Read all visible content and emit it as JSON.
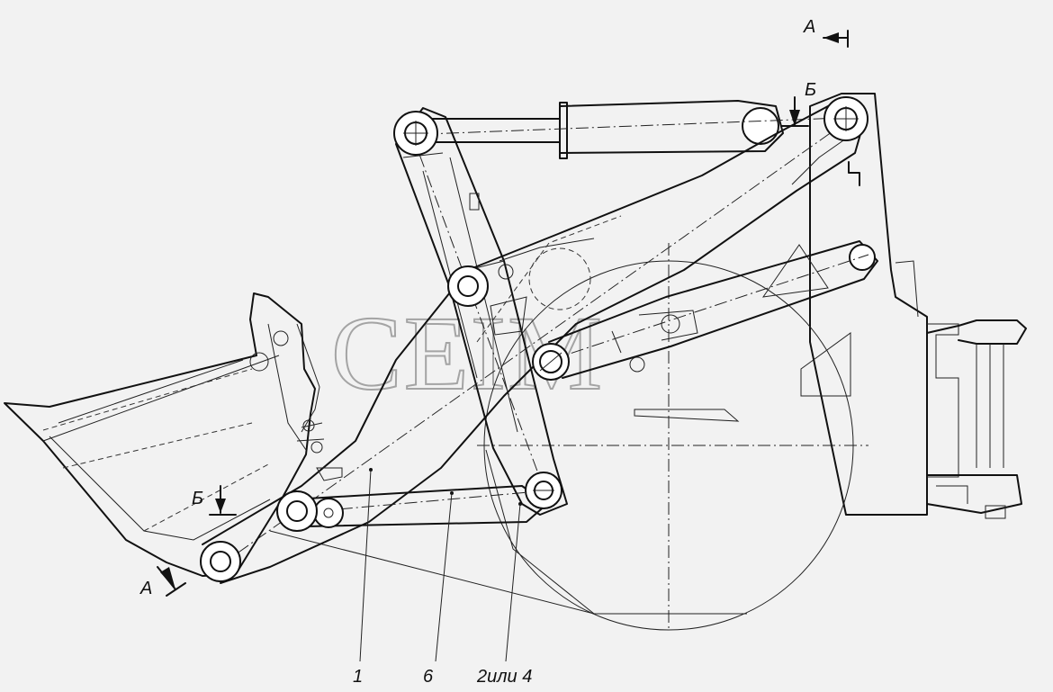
{
  "watermark": "CEIM",
  "section_marks": {
    "a_top": "A",
    "b_top": "Б",
    "b_left": "Б",
    "a_bottom": "A"
  },
  "callouts": {
    "part_1": "1",
    "part_6": "6",
    "part_2_or_4": "2или 4"
  }
}
